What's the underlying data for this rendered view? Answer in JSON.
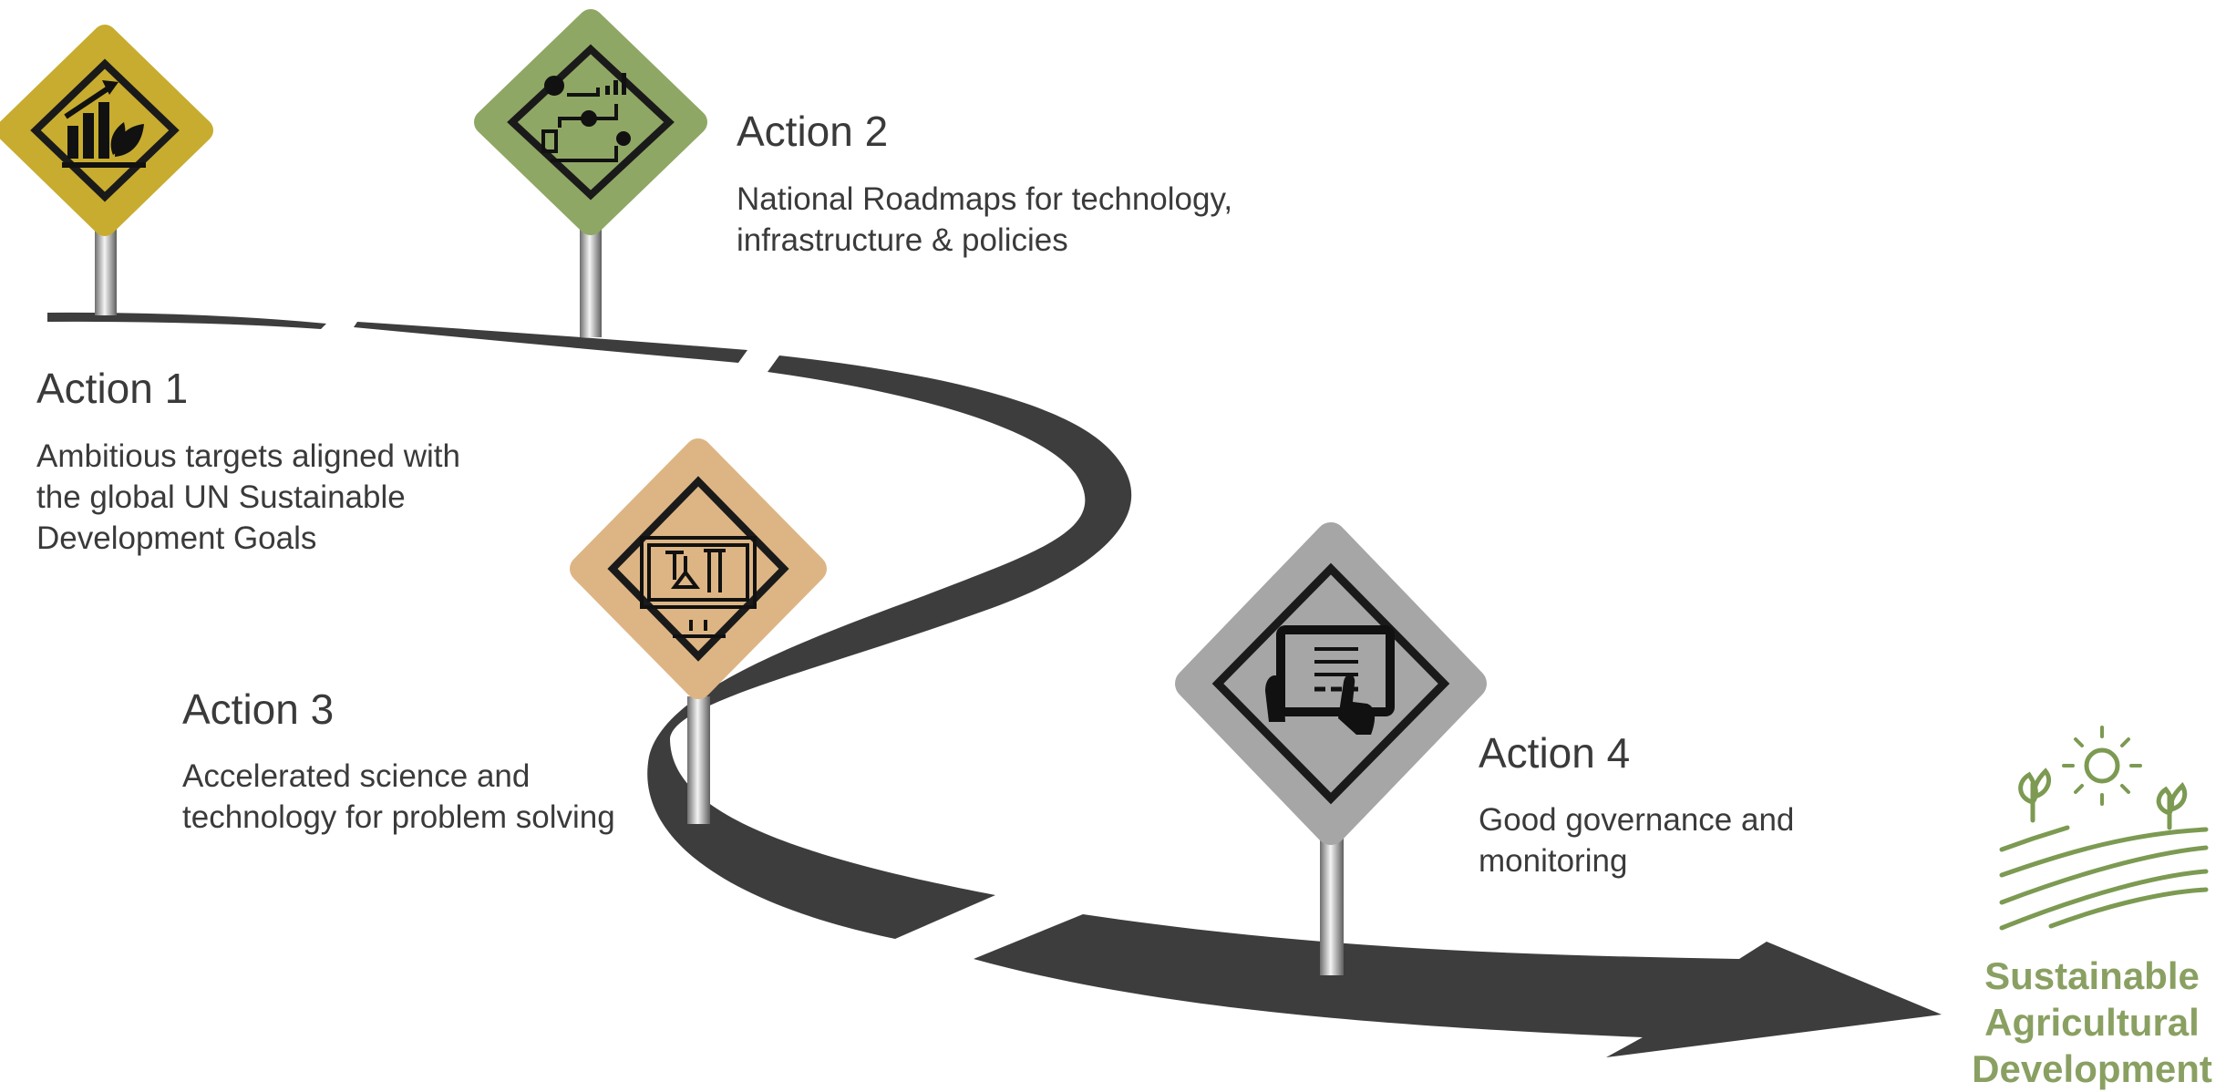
{
  "actions": [
    {
      "title": "Action 1",
      "lines": [
        "Ambitious targets aligned with",
        "the global UN Sustainable",
        "Development Goals"
      ],
      "sign_color": "#c7ac2f",
      "icon": "growth-chart-leaf-icon"
    },
    {
      "title": "Action 2",
      "lines": [
        "National Roadmaps for technology,",
        "infrastructure & policies"
      ],
      "sign_color": "#8fa764",
      "icon": "roadmap-flow-icon"
    },
    {
      "title": "Action 3",
      "lines": [
        "Accelerated science and",
        "technology for problem solving"
      ],
      "sign_color": "#ddb584",
      "icon": "lab-monitor-icon"
    },
    {
      "title": "Action 4",
      "lines": [
        "Good governance and",
        "monitoring"
      ],
      "sign_color": "#a6a6a6",
      "icon": "tablet-touch-icon"
    }
  ],
  "goal": {
    "lines": [
      "Sustainable",
      "Agricultural",
      "Development"
    ],
    "color": "#8aa062",
    "icon": "farm-field-sun-icon"
  },
  "road_color": "#3d3d3d"
}
